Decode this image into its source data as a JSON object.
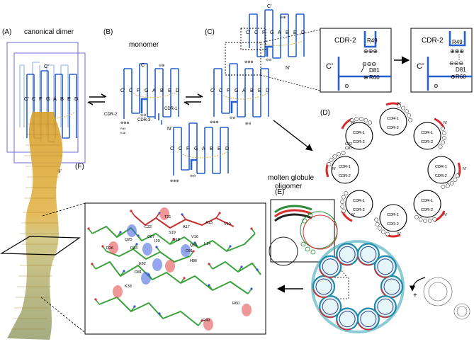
{
  "panels": {
    "a": {
      "letter": "(A)",
      "title": "canonical dimer"
    },
    "b": {
      "letter": "(B)",
      "title": "monomer"
    },
    "c": {
      "letter": "(C)"
    },
    "d": {
      "letter": "(D)"
    },
    "e": {
      "letter": "(E)"
    },
    "f": {
      "letter": "(F)"
    }
  },
  "strands": [
    "C'",
    "C",
    "F",
    "G",
    "A",
    "B",
    "E",
    "D"
  ],
  "strand_labels": {
    "c_prime": "C'",
    "n_prime": "N'",
    "cdr1": "CDR-1",
    "cdr2": "CDR-2",
    "cdr3": "CDR-3"
  },
  "zoom": {
    "left": {
      "title": "CDR-2",
      "residue_top": "R49",
      "residue_acid": "D81",
      "residue_base": "R60",
      "c_prime": "C'"
    },
    "right": {
      "title": "CDR-2",
      "residue_top": "R49",
      "residue_acid": "D81",
      "residue_base": "R60",
      "c_prime": "C'"
    }
  },
  "molten_label": [
    "molten globule",
    "oligomer"
  ],
  "oligomer_residues": [
    "C22",
    "C87"
  ],
  "panel_f_residues": [
    {
      "id": "t21",
      "label": "T21"
    },
    {
      "id": "s19",
      "label": "S19"
    },
    {
      "id": "i20",
      "label": "I20"
    },
    {
      "id": "a17",
      "label": "A17"
    },
    {
      "id": "a13",
      "label": "A13"
    },
    {
      "id": "v10",
      "label": "V10"
    },
    {
      "id": "s18",
      "label": "S18"
    },
    {
      "id": "v16",
      "label": "V16"
    },
    {
      "id": "q15",
      "label": "Q15"
    },
    {
      "id": "l14",
      "label": "L14"
    },
    {
      "id": "c22",
      "label": "C22"
    },
    {
      "id": "c87",
      "label": "C87"
    },
    {
      "id": "q25",
      "label": "Q25"
    },
    {
      "id": "r26",
      "label": "R26"
    },
    {
      "id": "d84",
      "label": "D84"
    },
    {
      "id": "e82",
      "label": "E82"
    },
    {
      "id": "d91",
      "label": "D91"
    },
    {
      "id": "h86",
      "label": "H86"
    },
    {
      "id": "d81",
      "label": "D81"
    },
    {
      "id": "k38",
      "label": "K38"
    },
    {
      "id": "r49",
      "label": "R49"
    },
    {
      "id": "r60",
      "label": "R60"
    }
  ]
}
